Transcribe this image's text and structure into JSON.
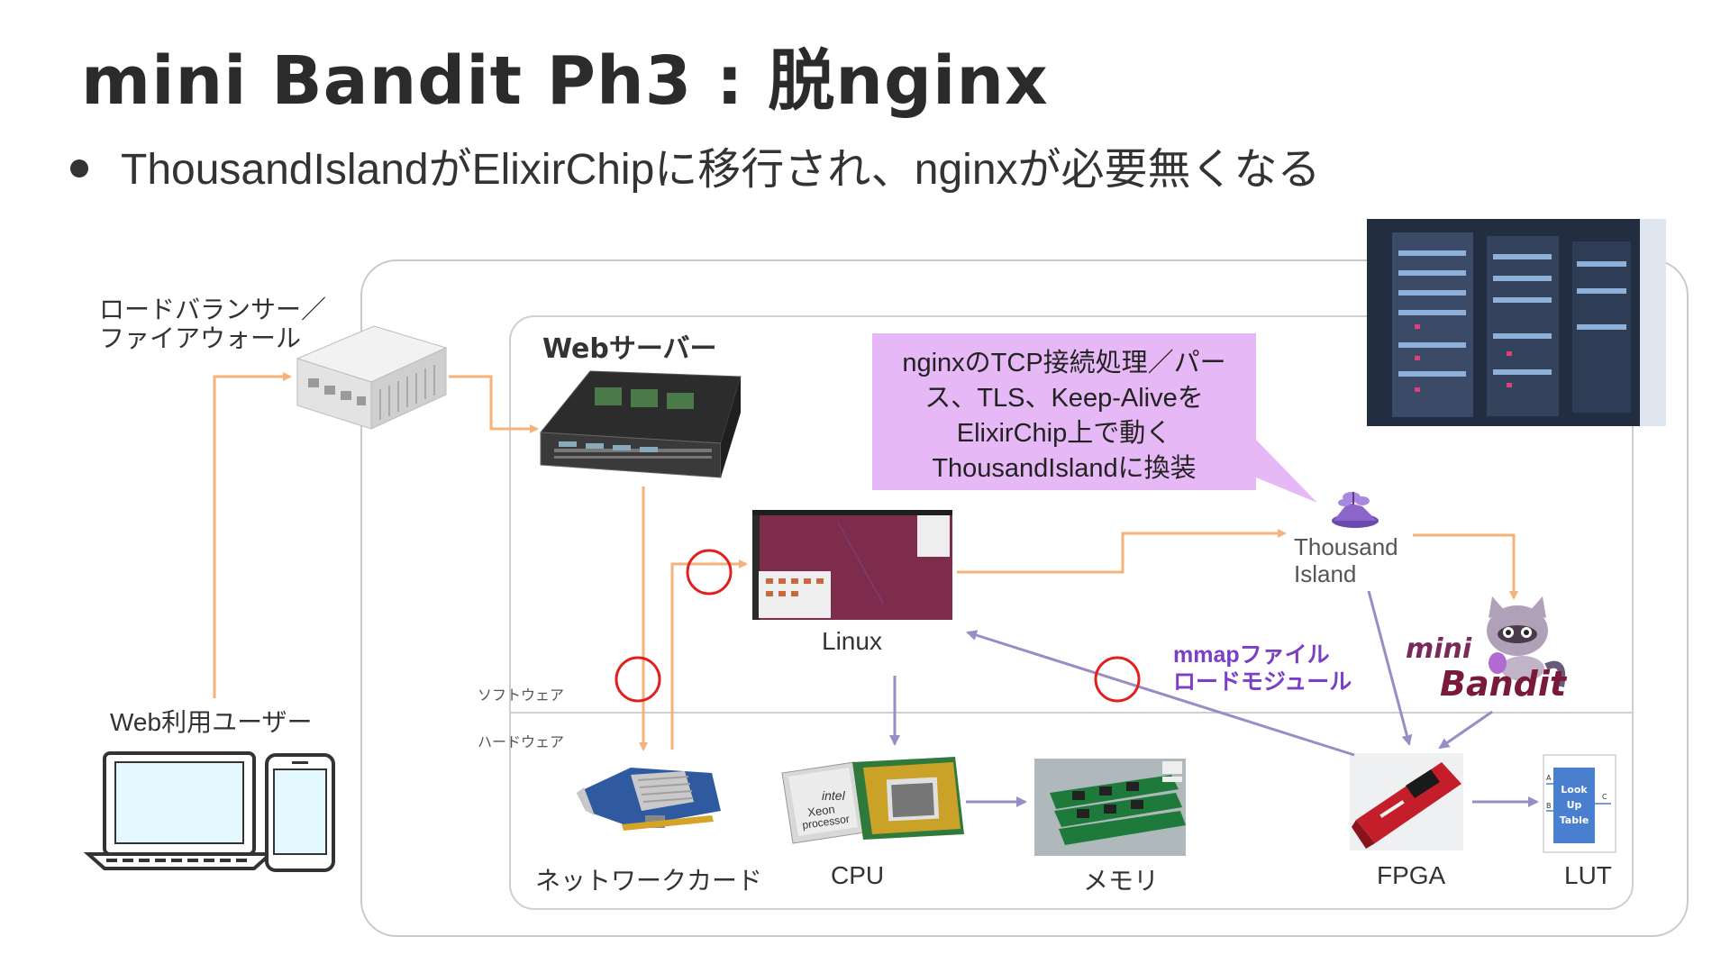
{
  "slide": {
    "title": "mini Bandit Ph3 : 脱nginx",
    "bullet": "ThousandIslandがElixirChipに移行され、nginxが必要無くなる"
  },
  "labels": {
    "load_balancer_line1": "ロードバランサー／",
    "load_balancer_line2": "ファイアウォール",
    "web_server": "Webサーバー",
    "web_user": "Web利用ユーザー",
    "software": "ソフトウェア",
    "hardware": "ハードウェア",
    "linux": "Linux",
    "network_card": "ネットワークカード",
    "cpu": "CPU",
    "memory": "メモリ",
    "fpga": "FPGA",
    "lut": "LUT",
    "thousand_island_line1": "Thousand",
    "thousand_island_line2": "Island",
    "mini_bandit_mini": "mini",
    "mini_bandit_bandit": "Bandit",
    "intel": "intel",
    "xeon": "Xeon",
    "processor": "processor",
    "lut_box_line1": "Look",
    "lut_box_line2": "Up",
    "lut_box_line3": "Table"
  },
  "callout": {
    "line1": "nginxのTCP接続処理／パー",
    "line2": "ス、TLS、Keep-Aliveを",
    "line3": "ElixirChip上で動く",
    "line4": "ThousandIslandに換装"
  },
  "mmap_label": {
    "line1": "mmapファイル",
    "line2": "ロードモジュール"
  },
  "colors": {
    "orange_arrow": "#f5b27a",
    "purple_arrow": "#9a8cc4",
    "red_circle": "#e0201c",
    "callout_bg": "#e6b8f5",
    "mmap_text": "#7a3fc6"
  }
}
